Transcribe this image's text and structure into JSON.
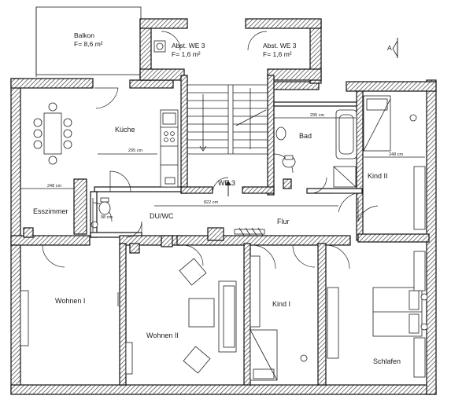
{
  "rooms": {
    "balkon": "Balkon",
    "balkon_area": "F= 8,6 m²",
    "abst_left": "Abst. WE 3",
    "abst_left_area": "F= 1,6 m²",
    "abst_right": "Abst. WE 3",
    "abst_right_area": "F= 1,6 m²",
    "kueche": "Küche",
    "bad": "Bad",
    "kind2": "Kind II",
    "esszimmer": "Esszimmer",
    "duwc": "DU/WC",
    "flur": "Flur",
    "we3": "WE 3",
    "wohnen1": "Wohnen I",
    "wohnen2": "Wohnen II",
    "kind1": "Kind I",
    "schlafen": "Schlafen"
  },
  "dimensions": {
    "kueche_width": "295 cm",
    "bad_width": "295 cm",
    "kind2_width": "248 cm",
    "esszimmer_width": "248 cm",
    "duwc_width": "98 cm",
    "flur_width": "822 cm"
  },
  "north_marker": "A"
}
